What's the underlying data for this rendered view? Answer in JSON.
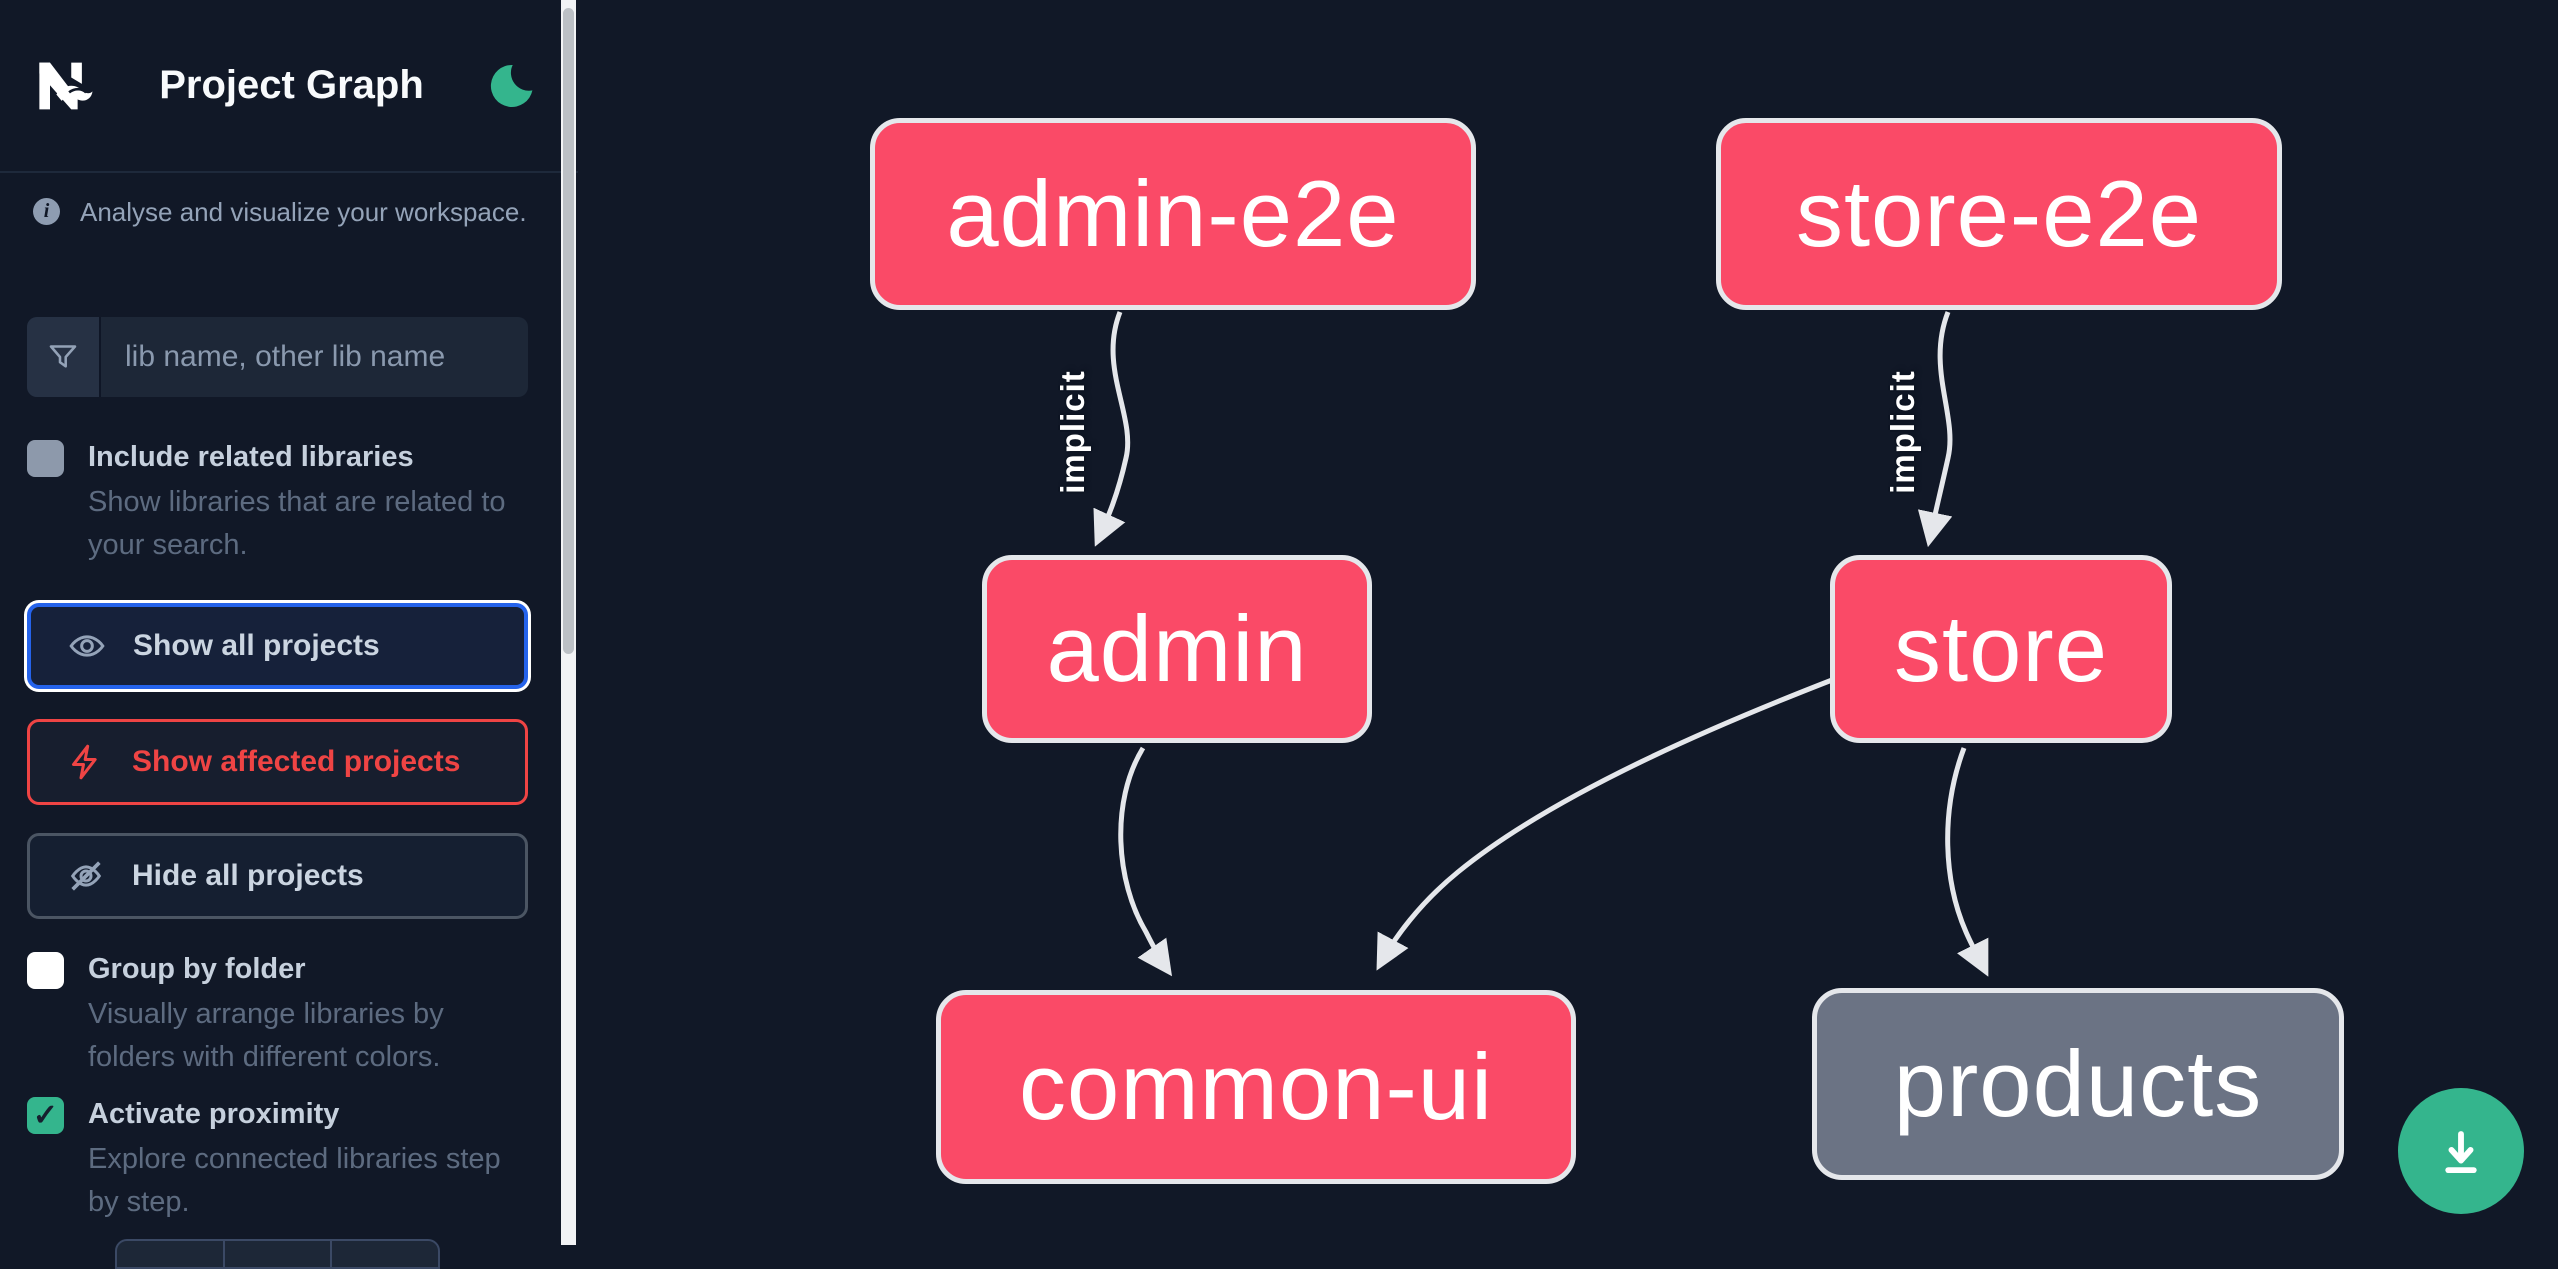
{
  "app": {
    "title": "Project Graph",
    "info_text": "Analyse and visualize your workspace.",
    "theme": "dark"
  },
  "search": {
    "placeholder": "lib name, other lib name",
    "value": ""
  },
  "checkboxes": [
    {
      "label": "Include related libraries",
      "description": "Show libraries that are related to your search.",
      "checked": false,
      "style": "gray"
    },
    {
      "label": "Group by folder",
      "description": "Visually arrange libraries by folders with different colors.",
      "checked": false,
      "style": "white"
    },
    {
      "label": "Activate proximity",
      "description": "Explore connected libraries step by step.",
      "checked": true,
      "style": "green"
    }
  ],
  "buttons": [
    {
      "label": "Show all projects",
      "state": "focused",
      "icon": "eye-icon"
    },
    {
      "label": "Show affected projects",
      "state": "danger",
      "icon": "bolt-icon"
    },
    {
      "label": "Hide all projects",
      "state": "default",
      "icon": "eye-off-icon"
    }
  ],
  "graph": {
    "nodes": [
      {
        "id": "admin-e2e",
        "label": "admin-e2e",
        "status": "affected"
      },
      {
        "id": "store-e2e",
        "label": "store-e2e",
        "status": "affected"
      },
      {
        "id": "admin",
        "label": "admin",
        "status": "affected"
      },
      {
        "id": "store",
        "label": "store",
        "status": "affected"
      },
      {
        "id": "common-ui",
        "label": "common-ui",
        "status": "affected"
      },
      {
        "id": "products",
        "label": "products",
        "status": "unaffected"
      }
    ],
    "edges": [
      {
        "from": "admin-e2e",
        "to": "admin",
        "label": "implicit"
      },
      {
        "from": "store-e2e",
        "to": "store",
        "label": "implicit"
      },
      {
        "from": "admin",
        "to": "common-ui",
        "label": ""
      },
      {
        "from": "store",
        "to": "common-ui",
        "label": ""
      },
      {
        "from": "store",
        "to": "products",
        "label": ""
      }
    ]
  },
  "fab": {
    "icon": "download-icon",
    "action": "save image"
  },
  "colors": {
    "background": "#111827",
    "node_affected": "#fa4a67",
    "node_unaffected": "#6b7384",
    "node_border": "#e5e7eb",
    "edge": "#e5e7eb",
    "accent_green": "#34b58d",
    "focus_blue": "#2563eb",
    "danger_red": "#ef4444"
  }
}
